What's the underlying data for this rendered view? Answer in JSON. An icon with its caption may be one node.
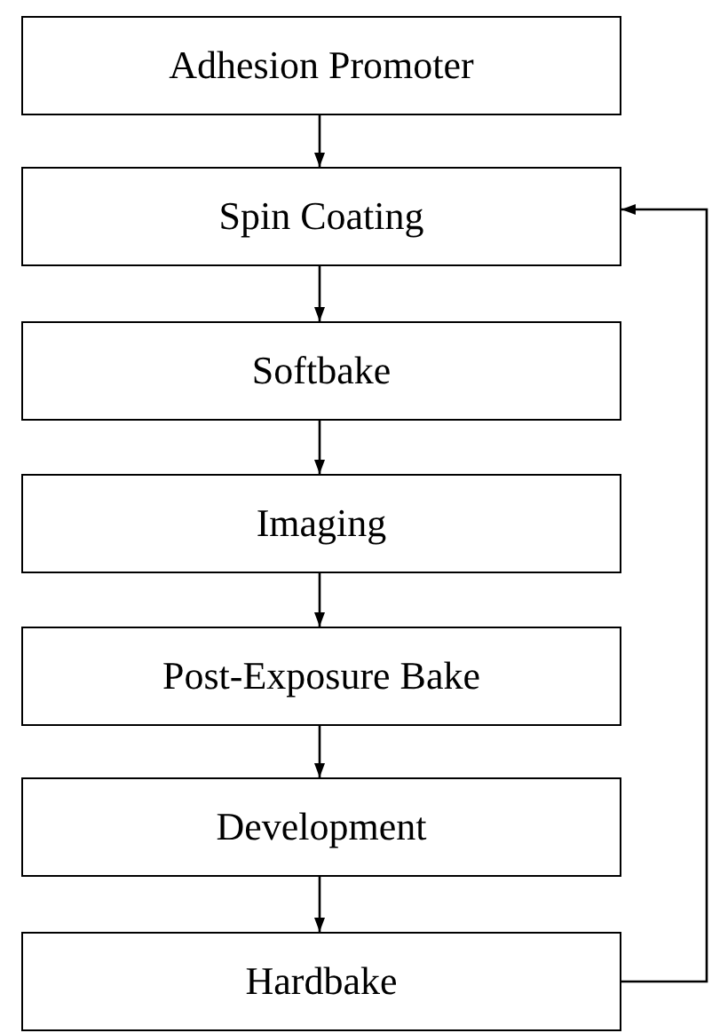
{
  "diagram": {
    "nodes": [
      {
        "text": [
          "Adhesion Promoter"
        ]
      },
      {
        "text": [
          "Spin Coating"
        ]
      },
      {
        "text": [
          "Softbake"
        ]
      },
      {
        "text": [
          "Imaging"
        ]
      },
      {
        "text": [
          "Post-Exposure Bake"
        ]
      },
      {
        "text": [
          "Development"
        ]
      },
      {
        "text": [
          "Hardbake"
        ]
      }
    ],
    "edges": [
      {
        "from": 0,
        "to": 1,
        "arrow": "to"
      },
      {
        "from": 1,
        "to": 2,
        "arrow": "to"
      },
      {
        "from": 2,
        "to": 3,
        "arrow": "to"
      },
      {
        "from": 3,
        "to": 4,
        "arrow": "to"
      },
      {
        "from": 4,
        "to": 5,
        "arrow": "to"
      },
      {
        "from": 5,
        "to": 6,
        "arrow": "to"
      },
      {
        "from": 6,
        "to": 1,
        "arrow": "to"
      }
    ]
  }
}
